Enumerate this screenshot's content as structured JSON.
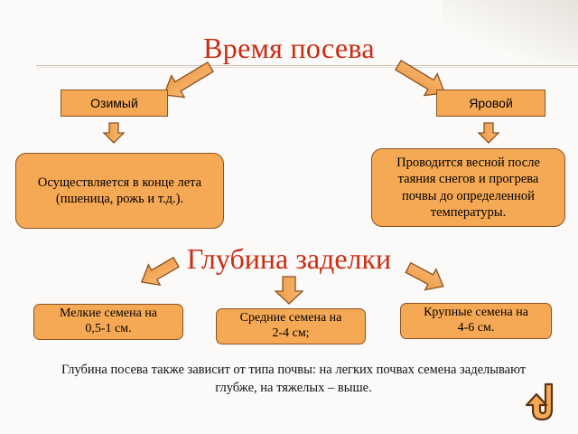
{
  "titles": {
    "main": "Время посева",
    "depth": "Глубина заделки"
  },
  "sowing": {
    "winter": {
      "label": "Озимый",
      "description": "Осуществляется в конце лета (пшеница, рожь и т.д.)."
    },
    "spring": {
      "label": "Яровой",
      "description": "Проводится весной после таяния снегов и прогрева почвы до определенной температуры."
    }
  },
  "depth": {
    "small": "Мелкие семена на 0,5-1 см.",
    "medium": "Средние семена на 2-4 см;",
    "large": "Крупные семена на 4-6 см."
  },
  "note": "Глубина посева также зависит от типа почвы: на легких почвах семена заделывают глубже, на тяжелых – выше.",
  "icons": {
    "return": "return-arrow-icon",
    "arrow": "block-arrow-icon"
  },
  "colors": {
    "accent": "#cc2a12",
    "box_fill": "#f6a954",
    "box_border": "#8a5222"
  }
}
